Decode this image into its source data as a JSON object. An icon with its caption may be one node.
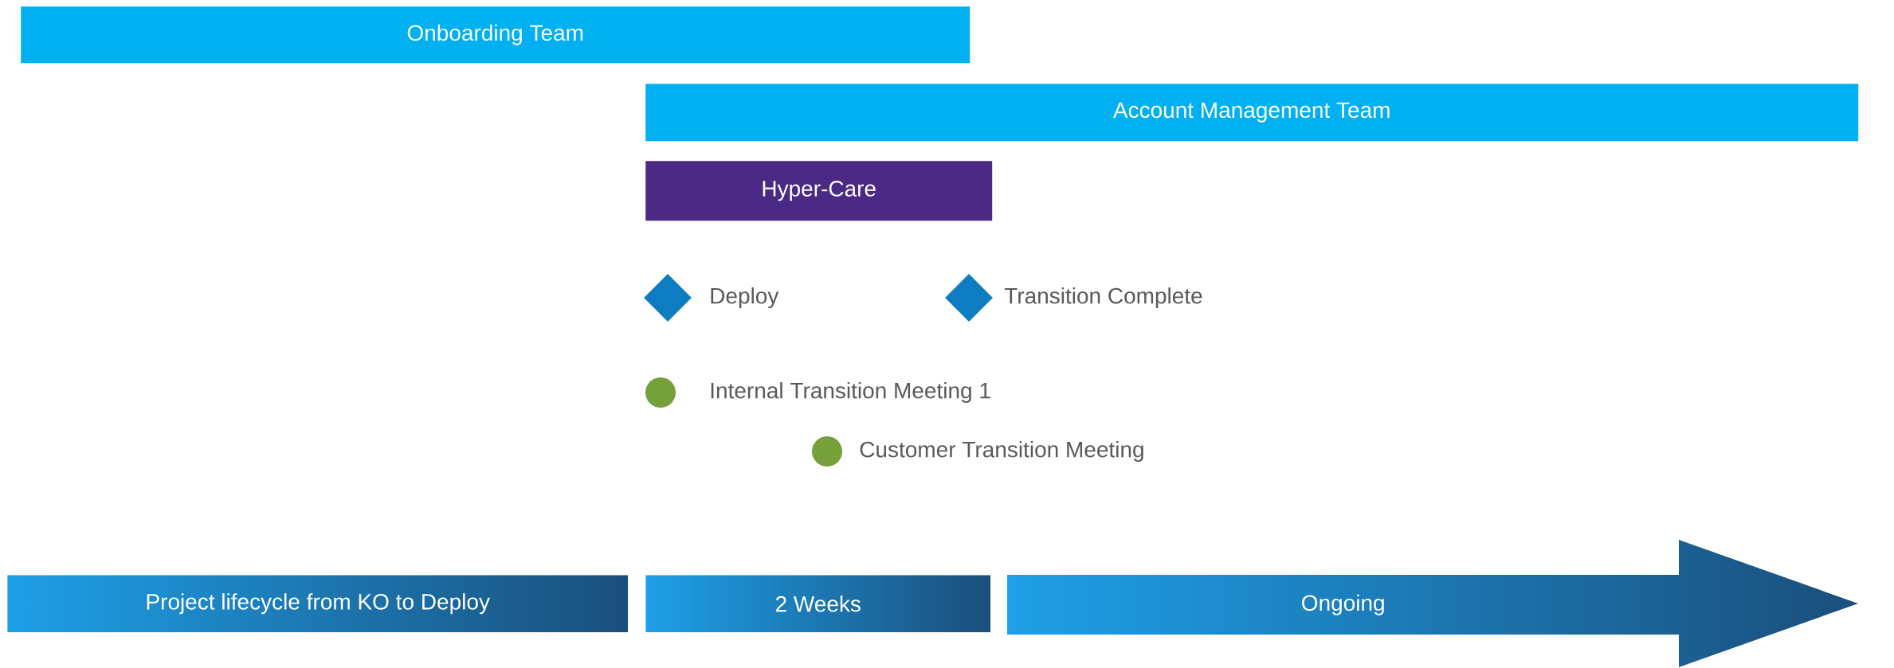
{
  "diagram": {
    "nodes": [
      {
        "text": [
          "Onboarding Team"
        ]
      },
      {
        "text": [
          "Account Management Team"
        ]
      },
      {
        "text": [
          "Hyper-Care"
        ]
      },
      {
        "text": [],
        "shape": "diamond",
        "beside": [
          "Deploy"
        ]
      },
      {
        "text": [],
        "shape": "diamond",
        "beside": [
          "Transition Complete"
        ]
      },
      {
        "text": [],
        "shape": "circle",
        "beside": [
          "Internal Transition Meeting 1"
        ]
      },
      {
        "text": [],
        "shape": "circle",
        "beside": [
          "Customer Transition Meeting"
        ]
      },
      {
        "text": [
          "Project lifecycle from KO to Deploy"
        ]
      },
      {
        "text": [
          "2 Weeks"
        ]
      },
      {
        "text": [
          "Ongoing"
        ]
      }
    ]
  }
}
